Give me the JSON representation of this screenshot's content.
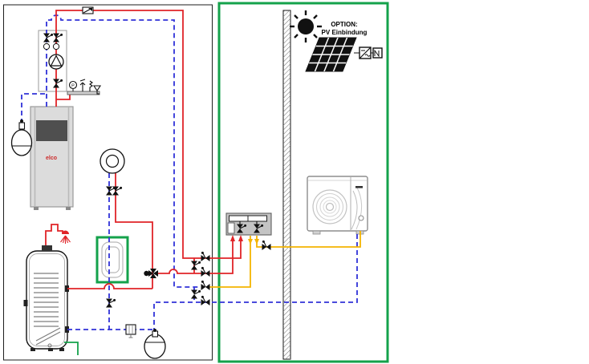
{
  "diagram": {
    "type": "hydraulic-schematic",
    "labels": {
      "option_title": "OPTION:",
      "option_subtitle": "PV Einbindung",
      "boiler_brand": "elco"
    },
    "colors": {
      "flow-red": "#e02428",
      "return-blue": "#3032d8",
      "outdoor-yellow": "#f4b400",
      "option-green": "#14a24b",
      "frame-black": "#1d1d1d",
      "cabinet-grey": "#dcdcdc",
      "cabinet-panel-dark": "#4f4f4f",
      "module-grey": "#c4c4c4"
    },
    "components": [
      "indoor-heat-pump-unit",
      "pump-group",
      "safety-group",
      "expansion-vessel-heating",
      "domestic-hot-water-tank",
      "shower",
      "heating-circuit",
      "circulation-pump",
      "three-way-valve",
      "dirt-filter",
      "membrane-expansion-vessel",
      "hydraulic-connection-module",
      "house-wall",
      "outdoor-heat-pump-unit",
      "sun",
      "pv-panel",
      "pv-inverter"
    ]
  }
}
